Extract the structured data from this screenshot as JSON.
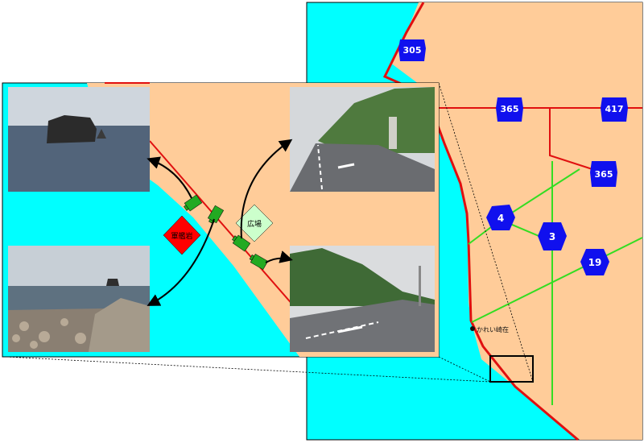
{
  "map": {
    "colors": {
      "sea": "#00ffff",
      "land": "#ffcc99",
      "national_route": "#e01010",
      "prefectural_road": "#33dd22",
      "route_shield": "#1010ee",
      "warship_rock_marker": "#ff0000",
      "plaza_marker": "#ccffcc"
    },
    "route_shields": [
      {
        "id": "shield-305-top",
        "number": "305"
      },
      {
        "id": "shield-365-mid",
        "number": "365"
      },
      {
        "id": "shield-417",
        "number": "417"
      },
      {
        "id": "shield-365-right",
        "number": "365"
      },
      {
        "id": "shield-4",
        "number": "4"
      },
      {
        "id": "shield-3",
        "number": "3"
      },
      {
        "id": "shield-19",
        "number": "19"
      }
    ],
    "place_label": "かれい崎在",
    "inset": {
      "warship_rock_label": "軍艦岩",
      "plaza_label": "広場",
      "photos": [
        {
          "id": "photo-rock-sea",
          "subject": "sea rock"
        },
        {
          "id": "photo-rock-shore",
          "subject": "rocky shore with tetrapods"
        },
        {
          "id": "photo-road-1",
          "subject": "coastal road"
        },
        {
          "id": "photo-road-2",
          "subject": "coastal road with mountain"
        }
      ],
      "icons": [
        "camera-icon",
        "camera-icon",
        "camera-icon",
        "camera-icon"
      ]
    }
  }
}
